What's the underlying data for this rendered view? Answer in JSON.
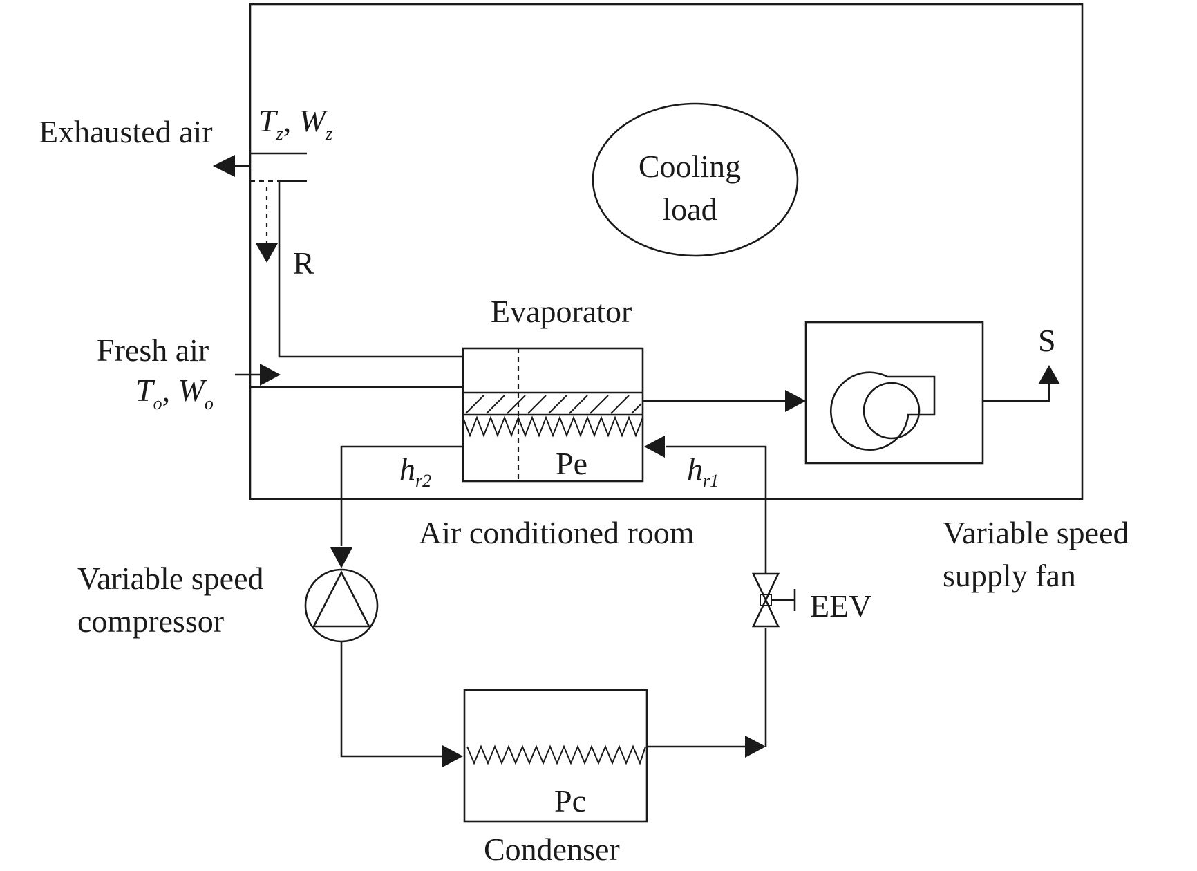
{
  "labels": {
    "exhausted_air": "Exhausted air",
    "zone_state": {
      "t": "T",
      "t_sub": "z",
      "sep": ", ",
      "w": "W",
      "w_sub": "z"
    },
    "cooling_load_line1": "Cooling",
    "cooling_load_line2": "load",
    "recirculation": "R",
    "evaporator": "Evaporator",
    "fresh_air": "Fresh air",
    "outdoor_state": {
      "t": "T",
      "t_sub": "o",
      "sep": ", ",
      "w": "W",
      "w_sub": "o"
    },
    "supply": "S",
    "evaporator_pressure": "Pe",
    "enthalpy_out": {
      "h": "h",
      "sub": "r2"
    },
    "enthalpy_in": {
      "h": "h",
      "sub": "r1"
    },
    "room": "Air conditioned room",
    "fan_line1": "Variable speed",
    "fan_line2": "supply fan",
    "compressor_line1": "Variable speed",
    "compressor_line2": "compressor",
    "eev": "EEV",
    "condenser_pressure": "Pc",
    "condenser": "Condenser"
  }
}
